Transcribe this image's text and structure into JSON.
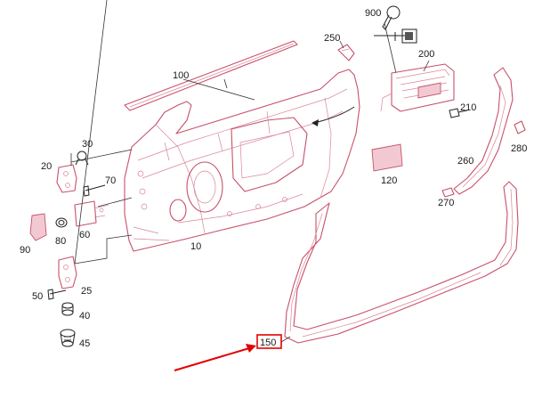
{
  "diagram": {
    "labels": {
      "p10": "10",
      "p20": "20",
      "p25": "25",
      "p30": "30",
      "p40": "40",
      "p45": "45",
      "p50": "50",
      "p60": "60",
      "p70": "70",
      "p80": "80",
      "p90": "90",
      "p100": "100",
      "p120": "120",
      "p150": "150",
      "p200": "200",
      "p210": "210",
      "p250": "250",
      "p260": "260",
      "p270": "270",
      "p280": "280",
      "p900": "900"
    },
    "colors": {
      "part_stroke": "#c8506a",
      "highlight": "#e30000"
    }
  }
}
